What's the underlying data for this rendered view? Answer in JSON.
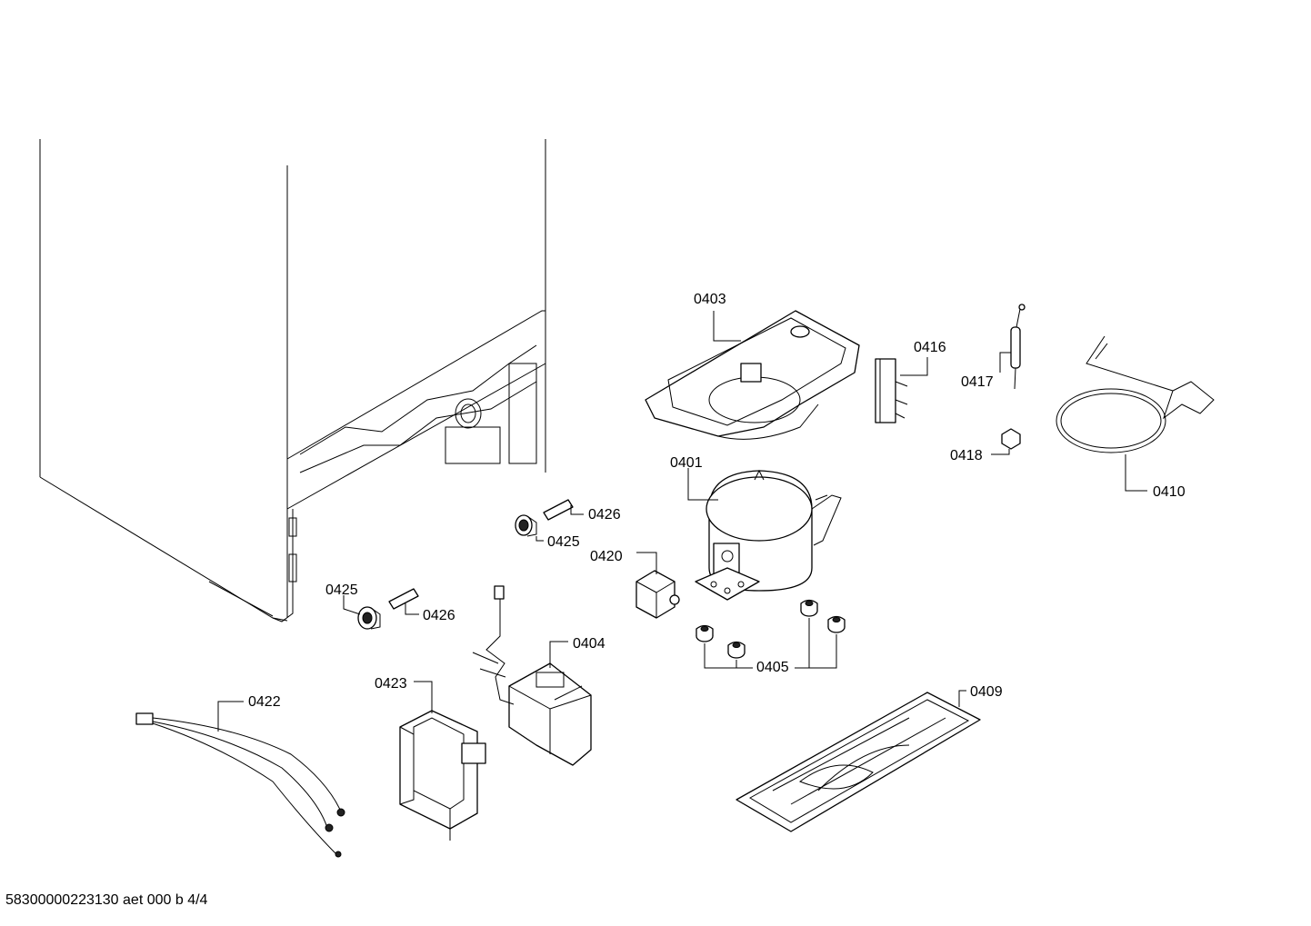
{
  "labels": {
    "p0401": "0401",
    "p0403": "0403",
    "p0404": "0404",
    "p0405": "0405",
    "p0409": "0409",
    "p0410": "0410",
    "p0416": "0416",
    "p0417": "0417",
    "p0418": "0418",
    "p0420": "0420",
    "p0422": "0422",
    "p0423": "0423",
    "p0425a": "0425",
    "p0425b": "0425",
    "p0426a": "0426",
    "p0426b": "0426"
  },
  "footer": "58300000223130 aet 000 b 4/4"
}
